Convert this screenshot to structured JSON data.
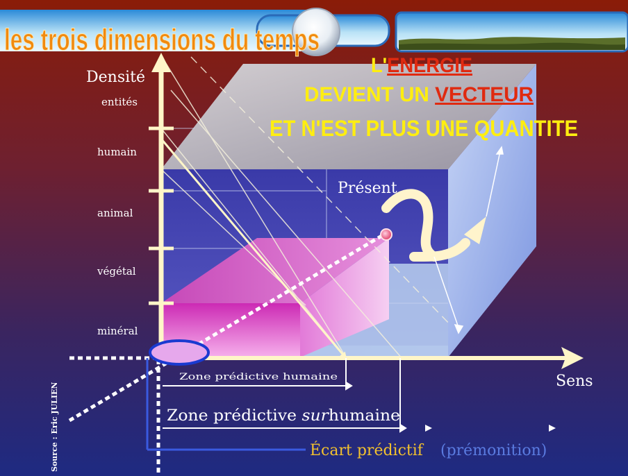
{
  "header": {
    "title": "les trois dimensions du temps"
  },
  "headline": {
    "line1_prefix": "L'",
    "line1_word": "ENERGIE",
    "line2_prefix": "DEVIENT UN ",
    "line2_word": "VECTEUR",
    "line3": "ET N'EST PLUS UNE QUANTITE"
  },
  "axes": {
    "y_label": "Densité",
    "x_label": "Sens",
    "levels": [
      "entités",
      "humain",
      "animal",
      "végétal",
      "minéral"
    ]
  },
  "labels": {
    "present": "Présent",
    "zone_humaine": "Zone prédictive humaine",
    "zone_surhumaine_prefix": "Zone prédictive ",
    "zone_surhumaine_em": "sur",
    "zone_surhumaine_suffix": "humaine",
    "ecart": "Écart prédictif",
    "premonition": "(prémonition)"
  },
  "source": "Source : Eric JULIEN",
  "colors": {
    "title_orange": "#f08a10",
    "headline_yellow": "#ffee10",
    "headline_red": "#e02a10",
    "axis_cream": "#fff6c8",
    "ecart_gold": "#f2c12e",
    "premonition_blue": "#5a7be0"
  }
}
